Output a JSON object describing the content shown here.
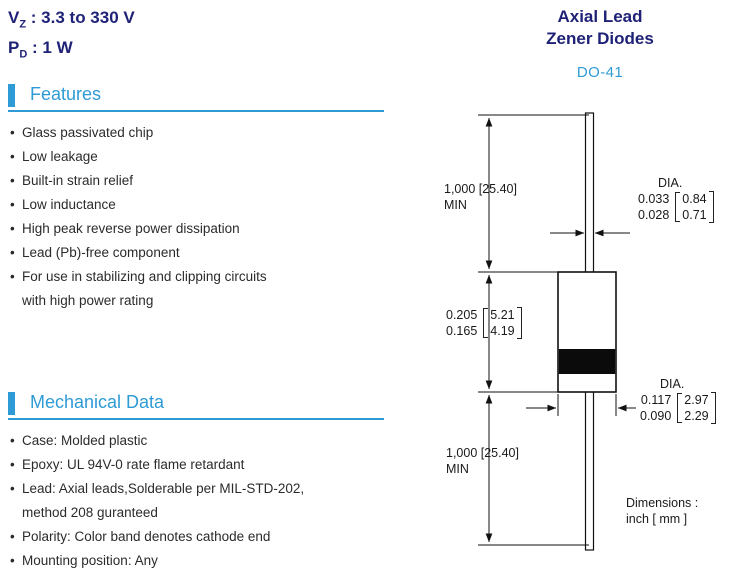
{
  "colors": {
    "navy": "#1f2277",
    "accent_blue": "#2e9bd6",
    "drawing_line": "#111111"
  },
  "header": {
    "vz_sym": "V",
    "vz_sub": "Z",
    "vz_rest": " : 3.3 to 330 V",
    "pd_sym": "P",
    "pd_sub": "D",
    "pd_rest": " : 1 W",
    "title_line1": "Axial Lead",
    "title_line2": "Zener Diodes"
  },
  "package": {
    "name": "DO-41"
  },
  "features": {
    "title": "Features",
    "items": [
      "Glass passivated chip",
      "Low leakage",
      "Built-in strain relief",
      "Low inductance",
      "High peak reverse power dissipation",
      "Lead (Pb)-free component",
      "For use in stabilizing and clipping circuits"
    ],
    "last_item_line2": "with high power rating"
  },
  "mechanical": {
    "title": "Mechanical Data",
    "items": [
      "Case: Molded plastic",
      "Epoxy: UL 94V-0 rate flame retardant",
      "Lead: Axial leads,Solderable per MIL-STD-202,",
      "Polarity: Color band denotes cathode end",
      "Mounting position: Any"
    ],
    "lead_item_line2": "method 208 guranteed"
  },
  "diagram": {
    "top_lead": {
      "dim": "1,000 [25.40]",
      "min": "MIN"
    },
    "body_length": {
      "inch_max": "0.205",
      "inch_min": "0.165",
      "mm_max": "5.21",
      "mm_min": "4.19"
    },
    "bottom_lead": {
      "dim": "1,000 [25.40]",
      "min": "MIN"
    },
    "lead_dia": {
      "label": "DIA.",
      "inch_max": "0.033",
      "inch_min": "0.028",
      "mm_max": "0.84",
      "mm_min": "0.71"
    },
    "body_dia": {
      "label": "DIA.",
      "inch_max": "0.117",
      "inch_min": "0.090",
      "mm_max": "2.97",
      "mm_min": "2.29"
    },
    "note_line1": "Dimensions :",
    "note_line2": "inch [ mm ]"
  }
}
